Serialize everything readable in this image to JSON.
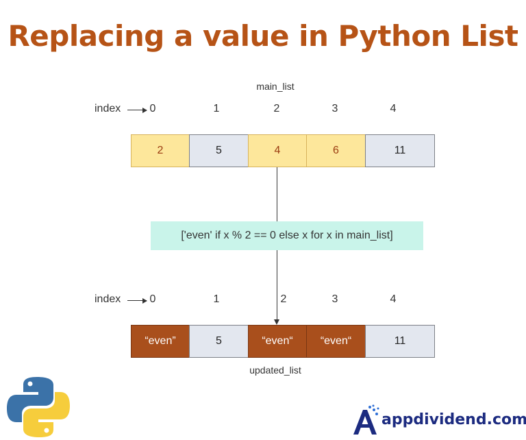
{
  "title": "Replacing a value in Python List",
  "main_list": {
    "caption": "main_list",
    "index_label": "index",
    "indices": [
      "0",
      "1",
      "2",
      "3",
      "4"
    ],
    "cells": [
      {
        "value": "2",
        "style": "yellow"
      },
      {
        "value": "5",
        "style": "grey"
      },
      {
        "value": "4",
        "style": "yellow"
      },
      {
        "value": "6",
        "style": "yellow"
      },
      {
        "value": "11",
        "style": "grey"
      }
    ]
  },
  "expression": "['even' if x % 2 == 0 else x for x in main_list]",
  "updated_list": {
    "caption": "updated_list",
    "index_label": "index",
    "indices": [
      "0",
      "1",
      "2",
      "3",
      "4"
    ],
    "cells": [
      {
        "value": "“even”",
        "style": "brown"
      },
      {
        "value": "5",
        "style": "grey"
      },
      {
        "value": "“even“",
        "style": "brown"
      },
      {
        "value": "“even“",
        "style": "brown"
      },
      {
        "value": "11",
        "style": "grey"
      }
    ]
  },
  "brand": {
    "name": "appdividend.com",
    "color": "#1c2b80"
  },
  "colors": {
    "title": "#b65316",
    "even_cell": "#a94f1c",
    "even_source_cell": "#fde79b",
    "odd_cell": "#e3e7ef",
    "expression_bg": "#c9f4ea"
  }
}
